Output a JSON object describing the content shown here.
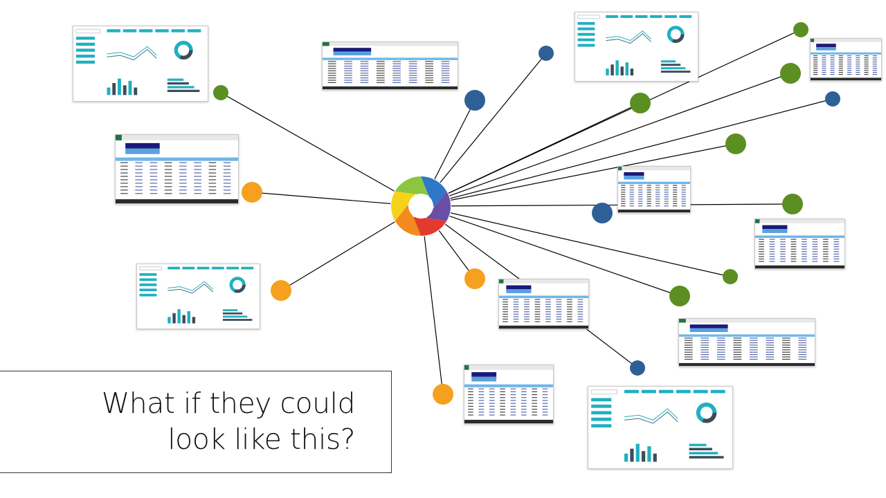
{
  "slide": {
    "caption_line_1": "What if they could",
    "caption_line_2": "look like this?"
  },
  "colors": {
    "green": "#5b8f22",
    "blue": "#2e5f97",
    "orange": "#f5a01f",
    "teal": "#1fb0c0",
    "excel_header": "#1a1a7a",
    "line": "#000000"
  },
  "hub": {
    "icon": "aperture-logo-icon",
    "segment_colors": [
      "#2e78c8",
      "#6a4ea6",
      "#e23b2e",
      "#f28a1e",
      "#f6d21b",
      "#8cc63f"
    ]
  },
  "nodes": [
    {
      "color": "green",
      "kind": "dot"
    },
    {
      "color": "orange",
      "kind": "dot"
    },
    {
      "color": "orange",
      "kind": "dot"
    },
    {
      "color": "blue",
      "kind": "dot"
    },
    {
      "color": "blue",
      "kind": "dot"
    },
    {
      "color": "green",
      "kind": "dot"
    },
    {
      "color": "green",
      "kind": "dot"
    },
    {
      "color": "green",
      "kind": "dot"
    },
    {
      "color": "blue",
      "kind": "dot"
    },
    {
      "color": "green",
      "kind": "dot"
    },
    {
      "color": "blue",
      "kind": "dot"
    },
    {
      "color": "green",
      "kind": "dot"
    },
    {
      "color": "green",
      "kind": "dot"
    },
    {
      "color": "green",
      "kind": "dot"
    },
    {
      "color": "orange",
      "kind": "dot"
    },
    {
      "color": "orange",
      "kind": "dot"
    },
    {
      "color": "blue",
      "kind": "dot"
    }
  ],
  "thumbnails": [
    {
      "style": "dashboard"
    },
    {
      "style": "spreadsheet"
    },
    {
      "style": "dashboard"
    },
    {
      "style": "spreadsheet"
    },
    {
      "style": "dashboard"
    },
    {
      "style": "spreadsheet"
    },
    {
      "style": "spreadsheet"
    },
    {
      "style": "spreadsheet"
    },
    {
      "style": "spreadsheet"
    },
    {
      "style": "spreadsheet"
    },
    {
      "style": "spreadsheet"
    },
    {
      "style": "dashboard"
    }
  ]
}
